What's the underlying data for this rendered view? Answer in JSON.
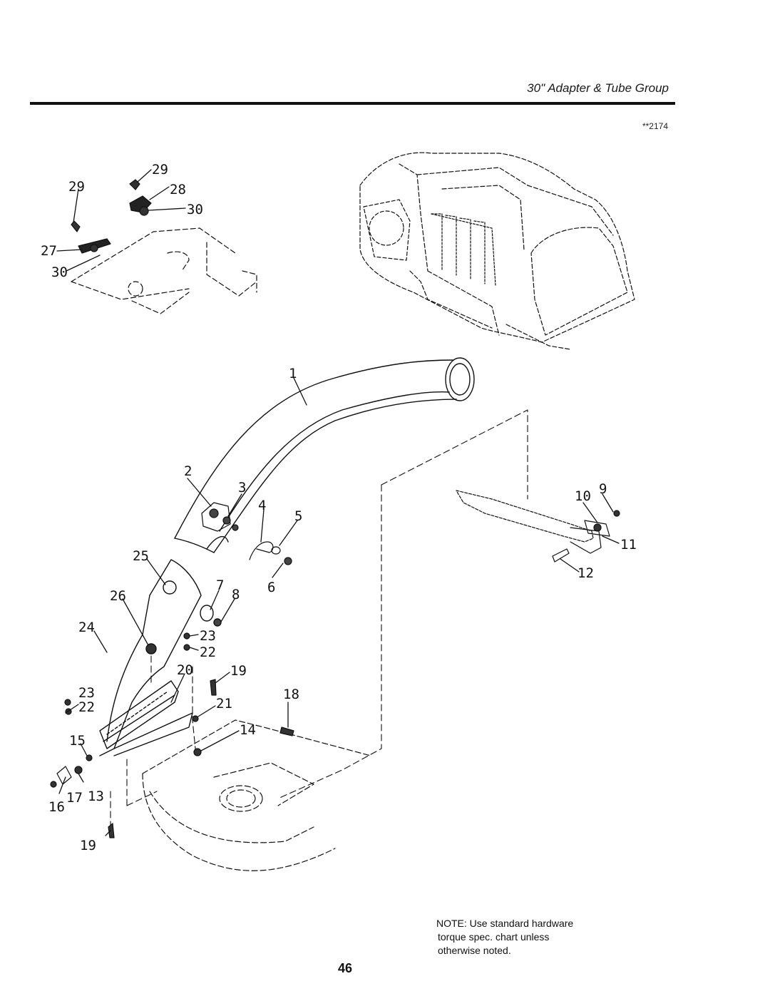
{
  "header": {
    "section_title": "30\" Adapter & Tube Group",
    "drawing_number": "**2174"
  },
  "callouts": [
    "29",
    "29",
    "28",
    "30",
    "27",
    "30",
    "1",
    "2",
    "3",
    "4",
    "5",
    "6",
    "7",
    "8",
    "9",
    "10",
    "11",
    "12",
    "13",
    "14",
    "15",
    "16",
    "17",
    "18",
    "19",
    "19",
    "20",
    "21",
    "22",
    "22",
    "23",
    "23",
    "24",
    "25",
    "26"
  ],
  "note": {
    "lines": [
      "NOTE: Use standard hardware",
      "torque spec. chart unless",
      "otherwise noted."
    ]
  },
  "page_number": "46"
}
